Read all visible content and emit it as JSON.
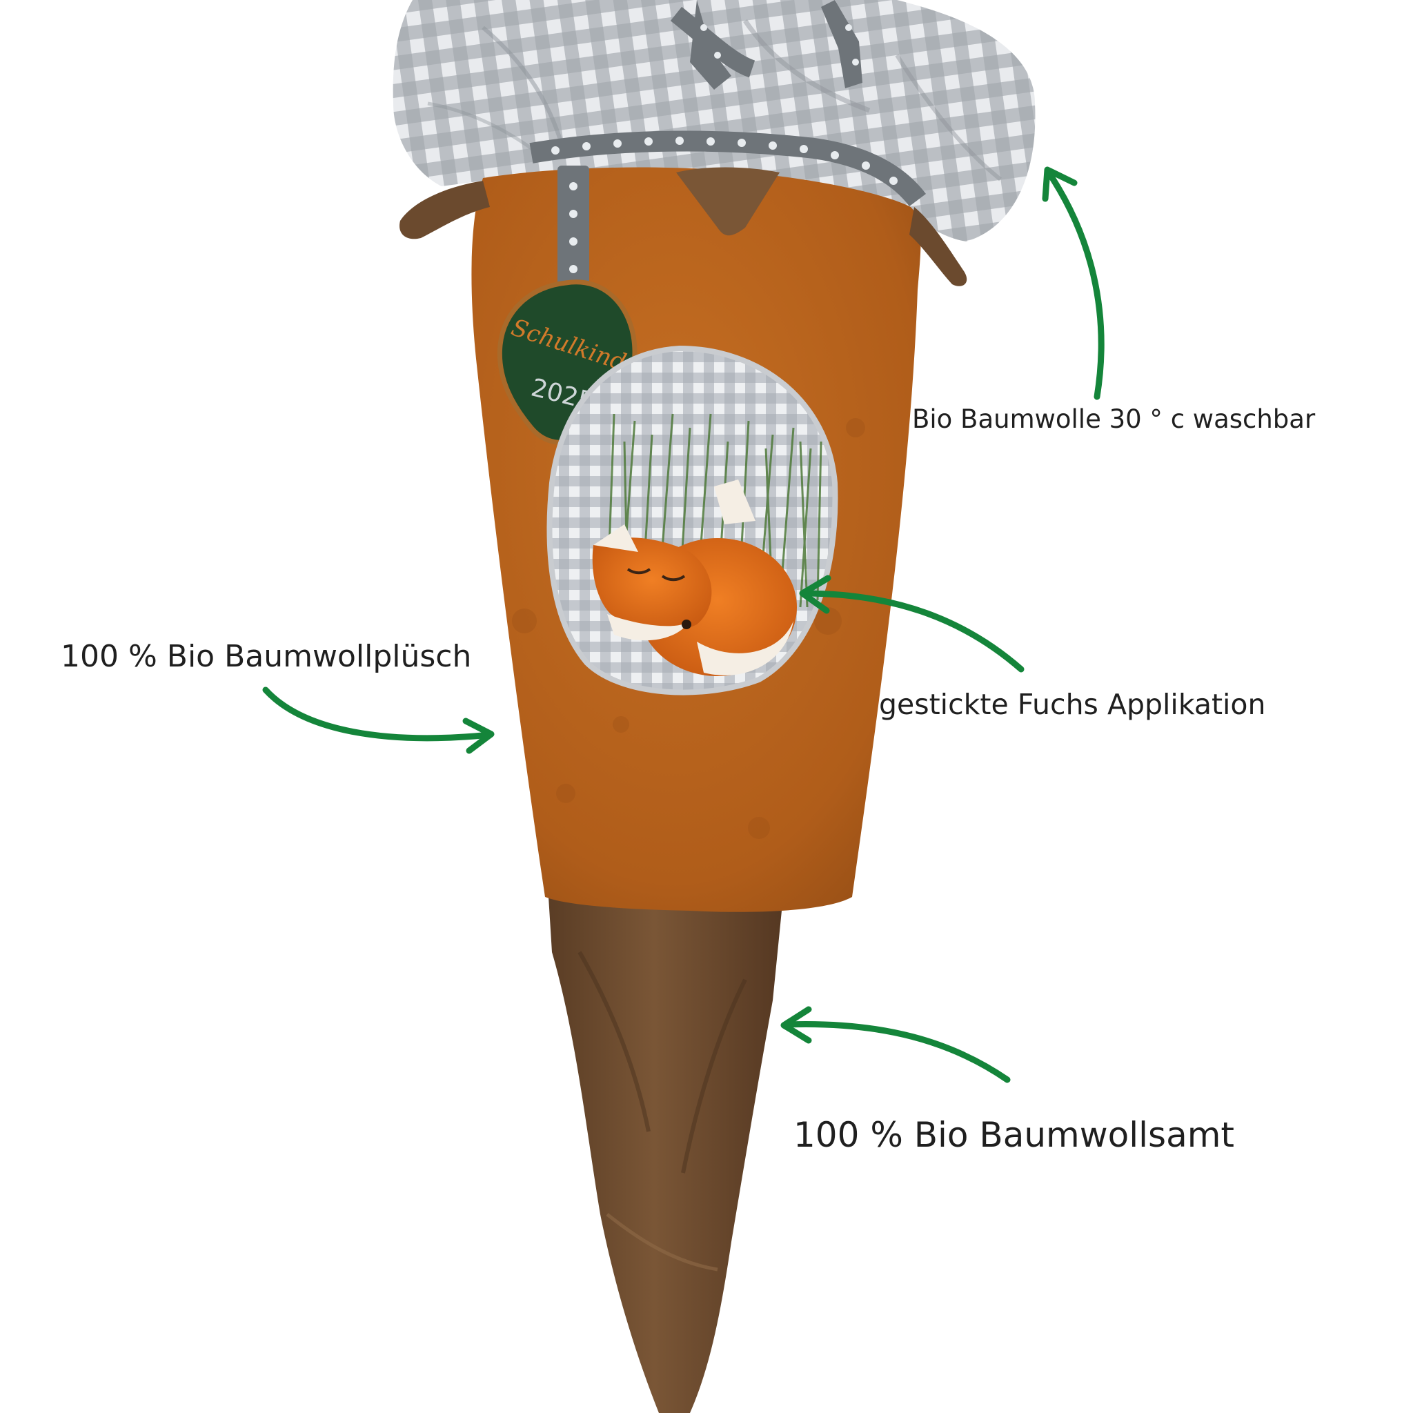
{
  "annotations": {
    "top": "Bio Baumwolle 30 ° c waschbar",
    "left": "100 % Bio Baumwollplüsch",
    "fox": "gestickte Fuchs Applikation",
    "bottom": "100 % Bio Baumwollsamt"
  },
  "tag": {
    "script_text": "Schulkind",
    "year_text": "2025"
  },
  "colors": {
    "plush": "#b4601b",
    "velvet": "#6b4a2e",
    "gingham": "#a9aeb5",
    "ribbon": "#6e7479",
    "tag_green": "#1f4a2a",
    "arrow_green": "#14853a",
    "fox_orange": "#e0711e"
  }
}
